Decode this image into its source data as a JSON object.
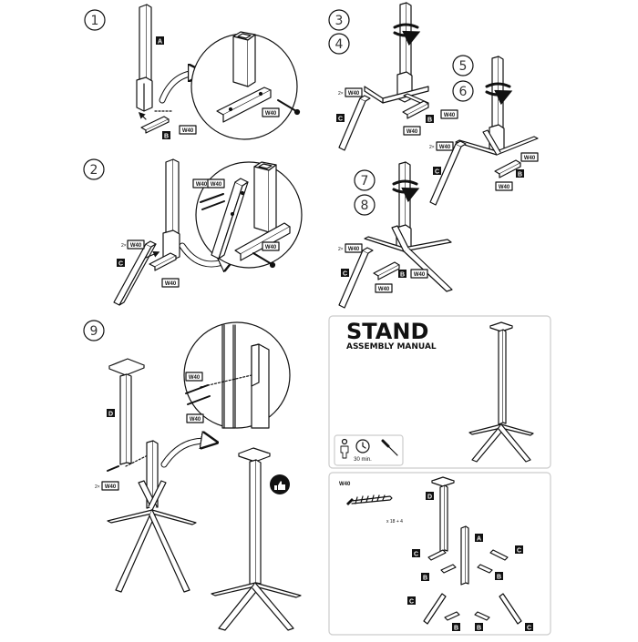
{
  "steps": [
    "1",
    "2",
    "3",
    "4",
    "5",
    "6",
    "7",
    "8",
    "9"
  ],
  "parts": {
    "a": "A",
    "b": "B",
    "c": "C",
    "d": "D"
  },
  "screw_code": "W40",
  "qty_2x": "2×",
  "cover": {
    "title": "STAND",
    "subtitle": "ASSEMBLY MANUAL",
    "time": "30 min."
  },
  "parts_list": {
    "screw_label": "W40",
    "screw_qty": "x 18 + 4"
  },
  "icons": [
    "person-icon",
    "clock-icon",
    "screwdriver-icon",
    "thumbs-up-icon",
    "screw-icon",
    "arrow-icon",
    "rotate-arrow-icon"
  ]
}
